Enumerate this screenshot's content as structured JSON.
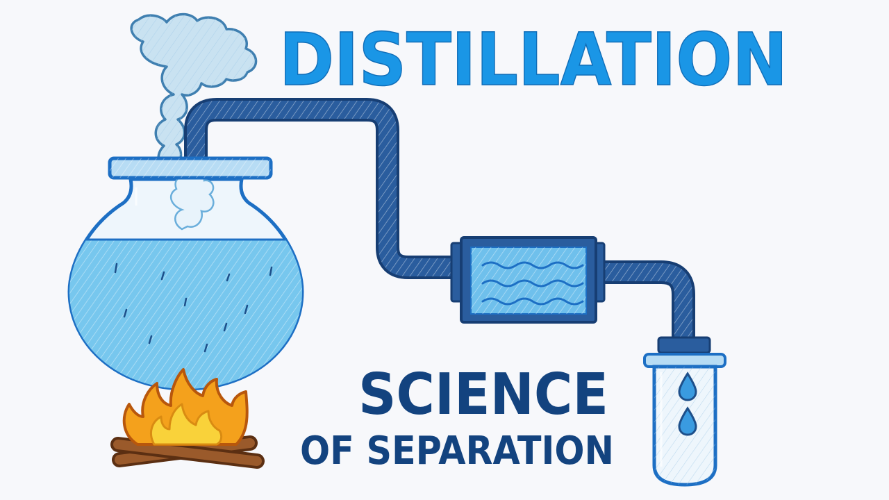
{
  "heading": {
    "title": "DISTILLATION",
    "subtitle_line1": "SCIENCE",
    "subtitle_line2": "OF SEPARATION"
  },
  "colors": {
    "title_blue": "#1a96e6",
    "subtitle_navy": "#13437f",
    "pipe_navy": "#1f4d8f",
    "liquid_blue": "#77c7ee",
    "glass_outline": "#1d6fc4",
    "steam_gray": "#b9d9ec",
    "flame_orange": "#f4a11c",
    "flame_yellow": "#f9d23a",
    "wood_brown": "#8a4b22"
  },
  "icons": {
    "flask": "round-bottom-flask-icon",
    "steam": "steam-cloud-icon",
    "condenser": "condenser-icon",
    "collector": "test-tube-icon",
    "heat": "flame-icon"
  }
}
